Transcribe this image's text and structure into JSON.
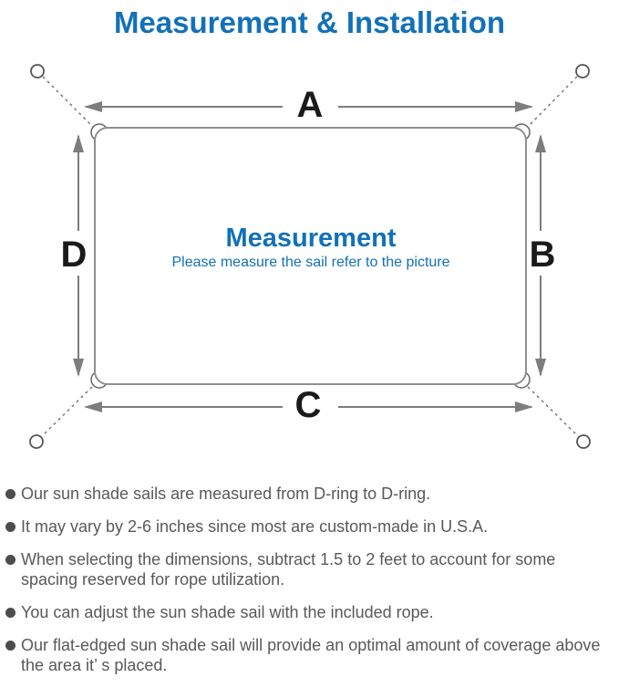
{
  "title": "Measurement & Installation",
  "diagram": {
    "labels": {
      "top": "A",
      "right": "B",
      "bottom": "C",
      "left": "D"
    },
    "center_heading": "Measurement",
    "center_subtext": "Please measure the sail refer to the picture"
  },
  "notes": [
    "Our sun shade sails are measured from D-ring to D-ring.",
    "It may vary by 2-6 inches since most are custom-made in U.S.A.",
    "When selecting the dimensions, subtract 1.5 to 2 feet to account for some spacing reserved for rope utilization.",
    "You can adjust the sun shade sail with the included rope.",
    "Our flat-edged sun shade sail will provide an optimal amount of coverage above the area it’ s placed."
  ],
  "colors": {
    "accent-blue": "#1271b8",
    "text-gray": "#595959",
    "line-gray": "#7d7d7d",
    "border-gray": "#8f8f8f",
    "label-black": "#1a1a1a"
  }
}
